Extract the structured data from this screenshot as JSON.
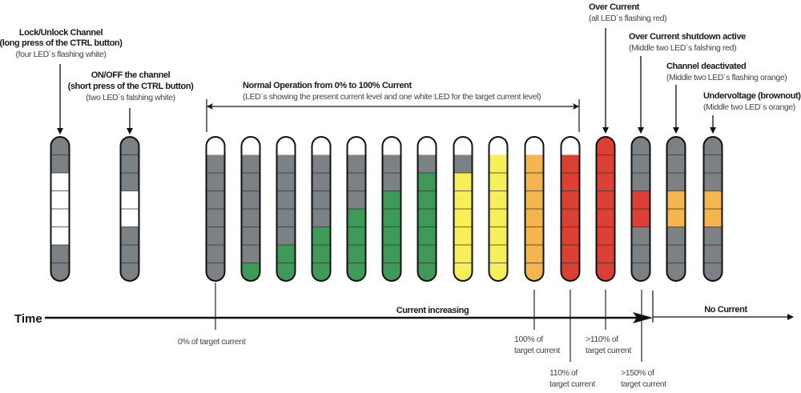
{
  "colors": {
    "gray": "#7b8184",
    "white": "#ffffff",
    "green": "#3f9a5a",
    "yellow": "#f7ef5a",
    "orange": "#f3b54e",
    "red": "#dc3f33"
  },
  "annotations": {
    "lock": {
      "title": "Lock/Unlock Channel",
      "line2": "(long press of the CTRL button)",
      "sub": "(four LED´s flashing white)"
    },
    "onoff": {
      "title": "ON/OFF the channel",
      "line2": "(short press of the CTRL button)",
      "sub": "(two LED´s falshing white)"
    },
    "normal": {
      "title": "Normal Operation from 0% to 100% Current",
      "sub": "(LED´s showing the present current level and one white LED for the target current level)"
    },
    "overcurrent": {
      "title": "Over Current",
      "sub": "(all LED´s flashing red)"
    },
    "shutdown": {
      "title": "Over Current shutdown active",
      "sub": "(Middle two LED´s falshing red)"
    },
    "deactivated": {
      "title": "Channel deactivated",
      "sub": "(Middle two LED´s flashing orange)"
    },
    "undervoltage": {
      "title": "Undervoltage (brownout)",
      "sub": "(Middle two LED´s orange)"
    }
  },
  "axis": {
    "label": "Time",
    "increasing": "Current increasing",
    "no_current": "No Current",
    "markers": [
      {
        "l1": "0% of target current",
        "l2": ""
      },
      {
        "l1": "100% of",
        "l2": "target current"
      },
      {
        "l1": "110% of",
        "l2": "target current"
      },
      {
        "l1": ">110% of",
        "l2": "target current"
      },
      {
        "l1": ">150% of",
        "l2": "target current"
      }
    ]
  },
  "bars": [
    [
      "gray",
      "gray",
      "white",
      "white",
      "white",
      "white",
      "gray",
      "gray"
    ],
    [
      "gray",
      "gray",
      "gray",
      "white",
      "white",
      "gray",
      "gray",
      "gray"
    ],
    [
      "white",
      "gray",
      "gray",
      "gray",
      "gray",
      "gray",
      "gray",
      "gray"
    ],
    [
      "white",
      "gray",
      "gray",
      "gray",
      "gray",
      "gray",
      "gray",
      "green"
    ],
    [
      "white",
      "gray",
      "gray",
      "gray",
      "gray",
      "gray",
      "green",
      "green"
    ],
    [
      "white",
      "gray",
      "gray",
      "gray",
      "gray",
      "green",
      "green",
      "green"
    ],
    [
      "white",
      "gray",
      "gray",
      "gray",
      "green",
      "green",
      "green",
      "green"
    ],
    [
      "white",
      "gray",
      "gray",
      "green",
      "green",
      "green",
      "green",
      "green"
    ],
    [
      "white",
      "gray",
      "green",
      "green",
      "green",
      "green",
      "green",
      "green"
    ],
    [
      "white",
      "gray",
      "yellow",
      "yellow",
      "yellow",
      "yellow",
      "yellow",
      "yellow"
    ],
    [
      "white",
      "yellow",
      "yellow",
      "yellow",
      "yellow",
      "yellow",
      "yellow",
      "yellow"
    ],
    [
      "white",
      "orange",
      "orange",
      "orange",
      "orange",
      "orange",
      "orange",
      "orange"
    ],
    [
      "white",
      "red",
      "red",
      "red",
      "red",
      "red",
      "red",
      "red"
    ],
    [
      "red",
      "red",
      "red",
      "red",
      "red",
      "red",
      "red",
      "red"
    ],
    [
      "gray",
      "gray",
      "gray",
      "red",
      "red",
      "gray",
      "gray",
      "gray"
    ],
    [
      "gray",
      "gray",
      "gray",
      "orange",
      "orange",
      "gray",
      "gray",
      "gray"
    ],
    [
      "gray",
      "gray",
      "gray",
      "orange",
      "orange",
      "gray",
      "gray",
      "gray"
    ]
  ]
}
